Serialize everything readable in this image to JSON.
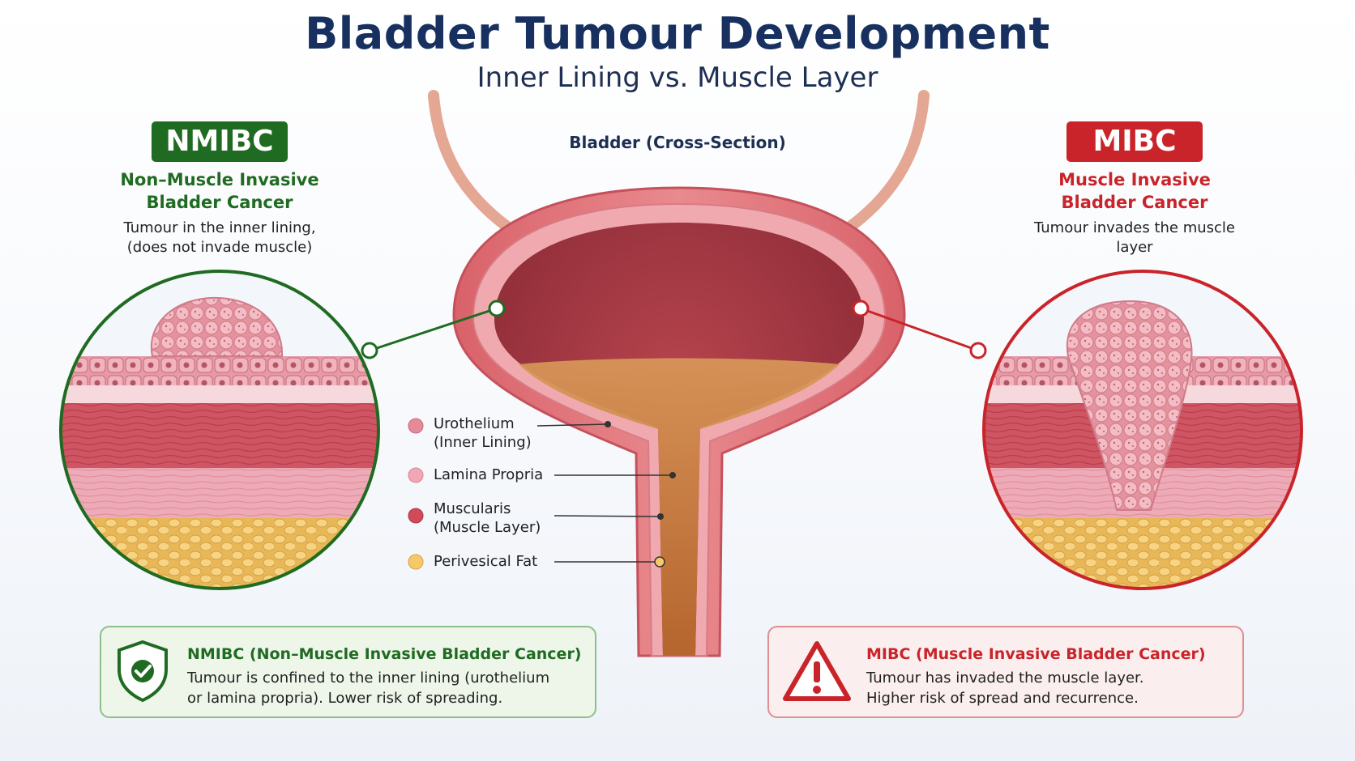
{
  "header": {
    "title": "Bladder Tumour Development",
    "subtitle": "Inner Lining vs. Muscle Layer"
  },
  "cross_section_label": "Bladder (Cross-Section)",
  "left_panel": {
    "badge": "NMIBC",
    "heading_line1": "Non–Muscle Invasive",
    "heading_line2": "Bladder Cancer",
    "desc_line1": "Tumour in the inner lining,",
    "desc_line2": "(does not invade muscle)",
    "accent_color": "#1f6b21"
  },
  "right_panel": {
    "badge": "MIBC",
    "heading_line1": "Muscle Invasive",
    "heading_line2": "Bladder Cancer",
    "desc_line1": "Tumour invades the muscle",
    "desc_line2": "layer",
    "accent_color": "#c9242a"
  },
  "legend": [
    {
      "line1": "Urothelium",
      "line2": "(Inner Lining)",
      "color": "#e58a98"
    },
    {
      "line1": "Lamina Propria",
      "line2": "",
      "color": "#f2a7b5"
    },
    {
      "line1": "Muscularis",
      "line2": "(Muscle Layer)",
      "color": "#cf4b5a"
    },
    {
      "line1": "Perivesical Fat",
      "line2": "",
      "color": "#f5c86a"
    }
  ],
  "info_left": {
    "icon": "shield-check-icon",
    "title": "NMIBC (Non–Muscle Invasive Bladder Cancer)",
    "body_line1": "Tumour is confined to the inner lining (urothelium",
    "body_line2": "or lamina propria). Lower risk of spreading."
  },
  "info_right": {
    "icon": "warning-triangle-icon",
    "title": "MIBC (Muscle Invasive Bladder Cancer)",
    "body_line1": "Tumour has invaded the muscle layer.",
    "body_line2": "Higher risk of spread and recurrence."
  }
}
